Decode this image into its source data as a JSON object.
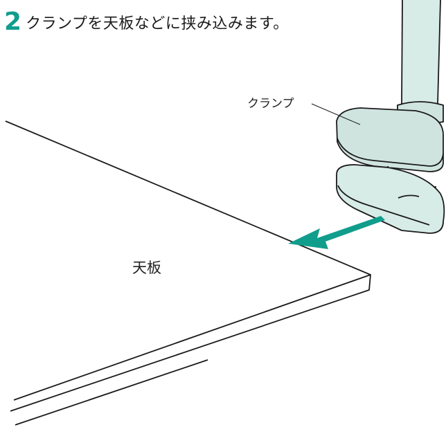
{
  "step": {
    "number": "2",
    "instruction": "クランプを天板などに挟み込みます。"
  },
  "labels": {
    "clamp": "クランプ",
    "tabletop": "天板"
  },
  "colors": {
    "accent": "#0f9e8e",
    "clamp_fill": "#d7ebe7",
    "arrow": "#119d8c",
    "line": "#1a1a1a"
  }
}
